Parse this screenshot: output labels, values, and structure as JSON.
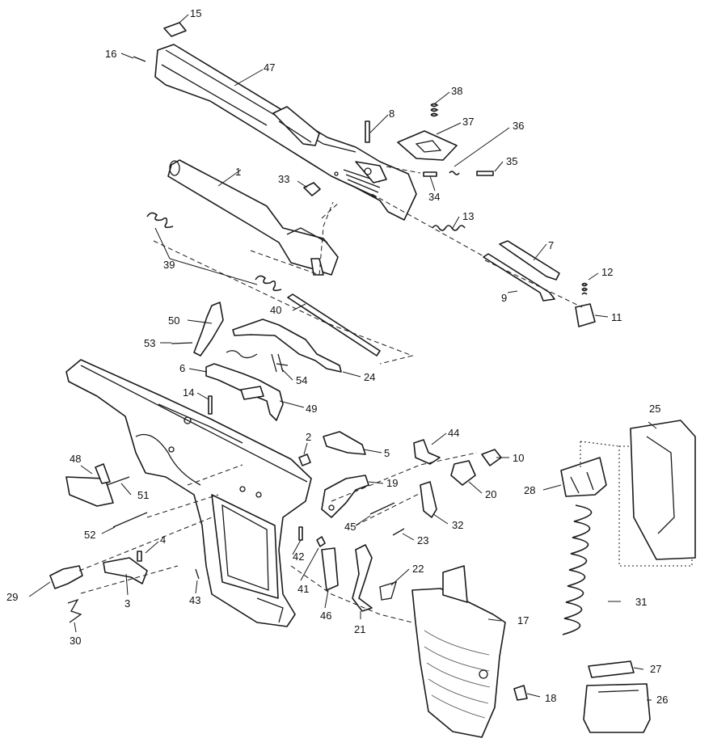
{
  "diagram": {
    "callouts": [
      "1",
      "2",
      "3",
      "4",
      "5",
      "6",
      "7",
      "8",
      "9",
      "10",
      "11",
      "12",
      "13",
      "14",
      "15",
      "16",
      "17",
      "18",
      "19",
      "20",
      "21",
      "22",
      "23",
      "24",
      "25",
      "26",
      "27",
      "28",
      "29",
      "30",
      "31",
      "32",
      "33",
      "34",
      "35",
      "36",
      "37",
      "38",
      "39",
      "40",
      "41",
      "42",
      "43",
      "44",
      "45",
      "46",
      "47",
      "48",
      "49",
      "50",
      "51",
      "52",
      "53",
      "54"
    ]
  }
}
